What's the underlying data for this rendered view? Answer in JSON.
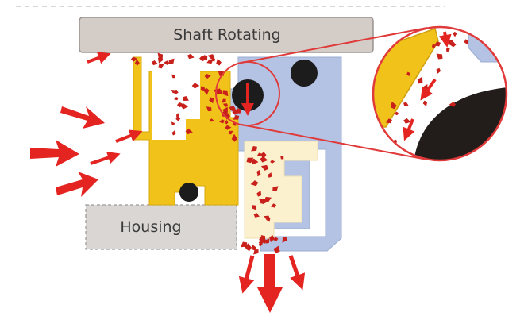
{
  "labels": {
    "shaft": "Shaft Rotating",
    "housing": "Housing"
  },
  "colors": {
    "shaft_fill": "#d4ccc7",
    "shaft_stroke": "#9a9490",
    "housing_fill": "#d9d6d3",
    "housing_stroke": "#9a9a9a",
    "seal_yellow": "#f0c21a",
    "seal_blue": "#b4c3e4",
    "seal_cream": "#fbf1cf",
    "o_ring": "#1c1c1c",
    "flow_arrow": "#e32420",
    "particle": "#c8201b",
    "magnifier_stroke": "#e03a3a"
  },
  "icons": {
    "inflow_arrows": "right-arrow-icon",
    "outflow_arrows": "down-arrow-icon",
    "magnifier": "magnified-detail-circle"
  }
}
